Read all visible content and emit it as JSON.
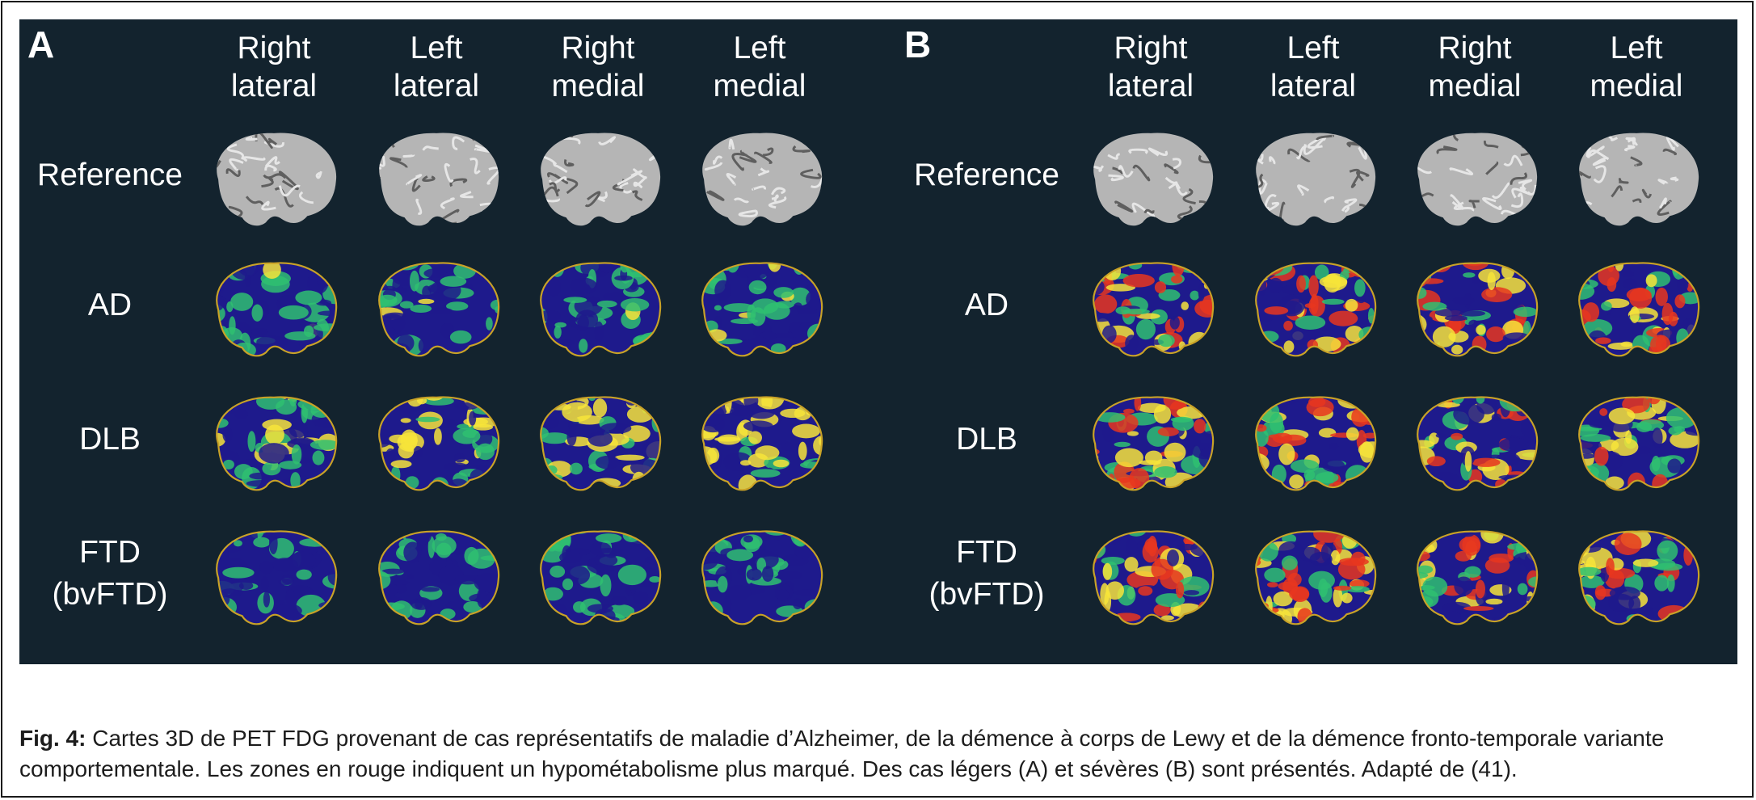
{
  "panels": [
    {
      "letter": "A",
      "columns": [
        "Right\nlateral",
        "Left\nlateral",
        "Right\nmedial",
        "Left\nmedial"
      ],
      "rows": [
        {
          "label": "Reference",
          "kind": "reference"
        },
        {
          "label": "AD",
          "kind": "pet",
          "severity": 0.22
        },
        {
          "label": "DLB",
          "kind": "pet",
          "severity": 0.45
        },
        {
          "label": "FTD\n(bvFTD)",
          "kind": "pet",
          "severity": 0.15
        }
      ]
    },
    {
      "letter": "B",
      "columns": [
        "Right\nlateral",
        "Left\nlateral",
        "Right\nmedial",
        "Left\nmedial"
      ],
      "rows": [
        {
          "label": "Reference",
          "kind": "reference"
        },
        {
          "label": "AD",
          "kind": "pet",
          "severity": 0.85
        },
        {
          "label": "DLB",
          "kind": "pet",
          "severity": 0.7
        },
        {
          "label": "FTD\n(bvFTD)",
          "kind": "pet",
          "severity": 0.9
        }
      ]
    }
  ],
  "colors": {
    "background": "#13232e",
    "outline": "#c9a227",
    "low": "#1e1a8c",
    "mid": "#2fbf71",
    "high": "#f7e43a",
    "severe": "#e8361f"
  },
  "caption": {
    "label": "Fig. 4:",
    "text": " Cartes 3D de PET FDG provenant de cas représentatifs de maladie d’Alzheimer, de la démence à corps de Lewy et de la démence fronto-temporale variante comportementale. Les zones en rouge indiquent un hypométabolisme plus marqué. Des cas légers (A) et sévères (B) sont présentés. Adapté de (41)."
  }
}
